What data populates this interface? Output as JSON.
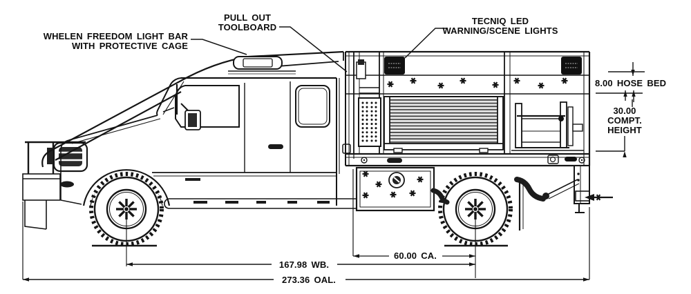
{
  "drawing": {
    "title": "brush fire truck side elevation line drawing",
    "background": "#ffffff",
    "line_color": "#151515",
    "callouts": {
      "light_bar": {
        "line1": "WHELEN FREEDOM LIGHT BAR",
        "line2": "WITH PROTECTIVE CAGE"
      },
      "toolboard": {
        "line1": "PULL OUT",
        "line2": "TOOLBOARD"
      },
      "scene_lights": {
        "line1": "TECNIQ LED",
        "line2": "WARNING/SCENE LIGHTS"
      }
    },
    "dimensions": {
      "hose_bed": "8.00 HOSE BED",
      "compt_height_line1": "30.00",
      "compt_height_line2": "COMPT.",
      "compt_height_line3": "HEIGHT",
      "cab_to_axle": "60.00 CA.",
      "wheelbase": "167.98 WB.",
      "overall_length": "273.36 OAL."
    }
  }
}
